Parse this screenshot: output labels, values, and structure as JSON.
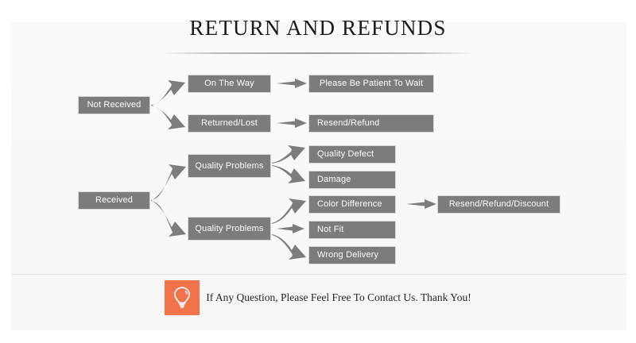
{
  "page": {
    "title": "RETURN AND REFUNDS",
    "background_color": "#ffffff",
    "panel_color": "#f8f8f8"
  },
  "flowchart": {
    "node_fill_color": "#7c7c7c",
    "node_text_color": "#ffffff",
    "arrow_color": "#7d7d7d",
    "branches": [
      {
        "root": "Not Received",
        "paths": [
          {
            "stage": "On The Way",
            "outcome": "Please Be Patient To Wait"
          },
          {
            "stage": "Returned/Lost",
            "outcome": "Resend/Refund"
          }
        ]
      },
      {
        "root": "Received",
        "paths": [
          {
            "stage": "Quality Problems",
            "outcomes": [
              "Quality Defect",
              "Damage"
            ]
          },
          {
            "stage": "Quality Problems",
            "outcomes": [
              "Color Difference",
              "Not Fit",
              "Wrong Delivery"
            ],
            "final": "Resend/Refund/Discount"
          }
        ]
      }
    ],
    "nodes": {
      "not_received": "Not Received",
      "received": "Received",
      "on_the_way": "On The Way",
      "returned_lost": "Returned/Lost",
      "quality_problems_1": "Quality Problems",
      "quality_problems_2": "Quality Problems",
      "please_be_patient": "Please Be Patient To Wait",
      "resend_refund": "Resend/Refund",
      "quality_defect": "Quality Defect",
      "damage": "Damage",
      "color_difference": "Color Difference",
      "not_fit": "Not Fit",
      "wrong_delivery": "Wrong Delivery",
      "resend_refund_discount": "Resend/Refund/Discount"
    }
  },
  "footer": {
    "icon": "lightbulb-icon",
    "icon_background_color": "#f2724a",
    "text": "If Any Question, Please Feel Free To Contact Us. Thank You!"
  }
}
